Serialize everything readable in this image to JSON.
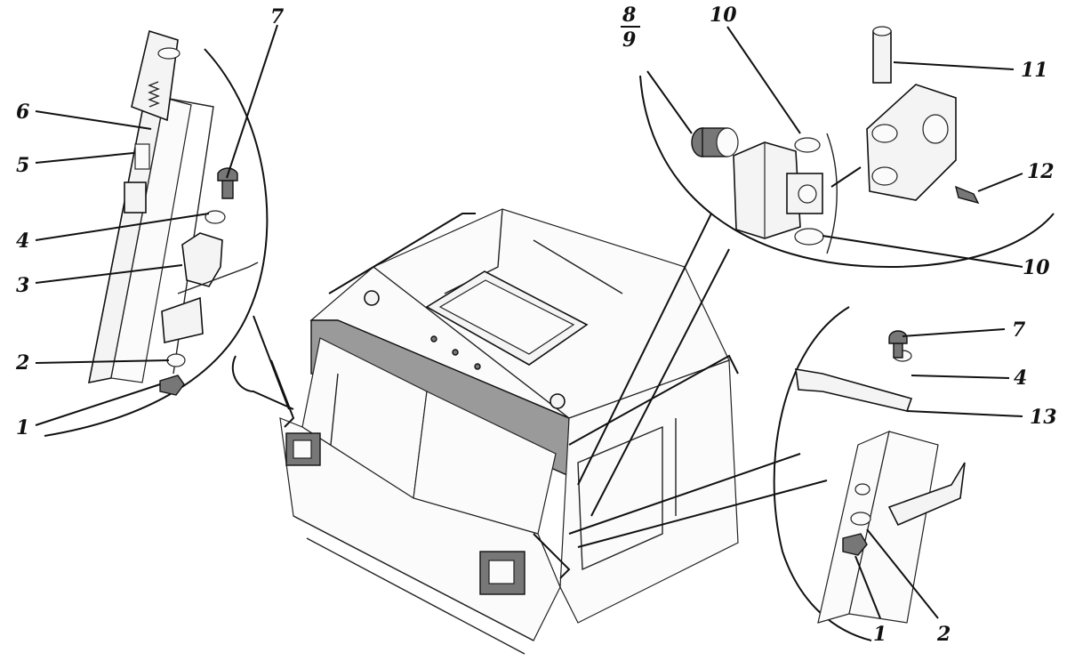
{
  "callouts": {
    "c1_left": "1",
    "c2_left": "2",
    "c3": "3",
    "c4_left": "4",
    "c5": "5",
    "c6": "6",
    "c7_top": "7",
    "c8": "8",
    "c9": "9",
    "c10_top": "10",
    "c10_right": "10",
    "c11": "11",
    "c12": "12",
    "c7_right": "7",
    "c4_right": "4",
    "c13": "13",
    "c1_bottom": "1",
    "c2_bottom": "2"
  }
}
